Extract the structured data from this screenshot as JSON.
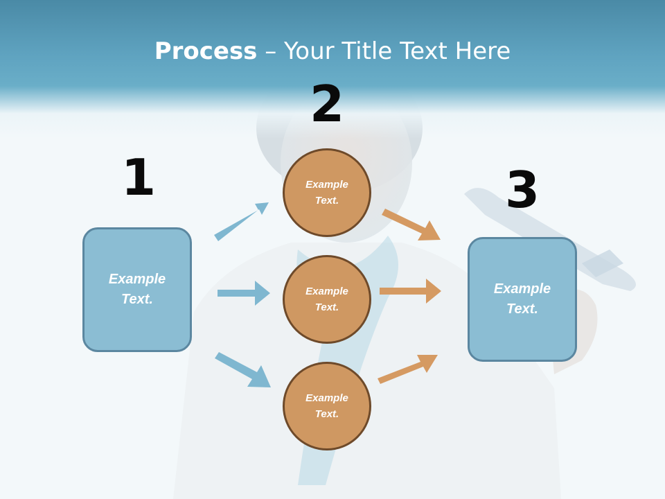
{
  "title": {
    "bold": "Process",
    "rest": " – Your Title Text Here"
  },
  "steps": [
    {
      "number": "1",
      "box_text": "Example Text."
    },
    {
      "number": "2",
      "circles": [
        "Example Text.",
        "Example Text.",
        "Example Text."
      ]
    },
    {
      "number": "3",
      "box_text": "Example Text."
    }
  ],
  "colors": {
    "header": "#5fa3c0",
    "box_fill": "#8bbdd3",
    "box_border": "#5b87a0",
    "circle_fill": "#cf9862",
    "circle_border": "#6e4a2a",
    "arrow_blue": "#7fb7d0",
    "arrow_orange": "#d59a62"
  }
}
